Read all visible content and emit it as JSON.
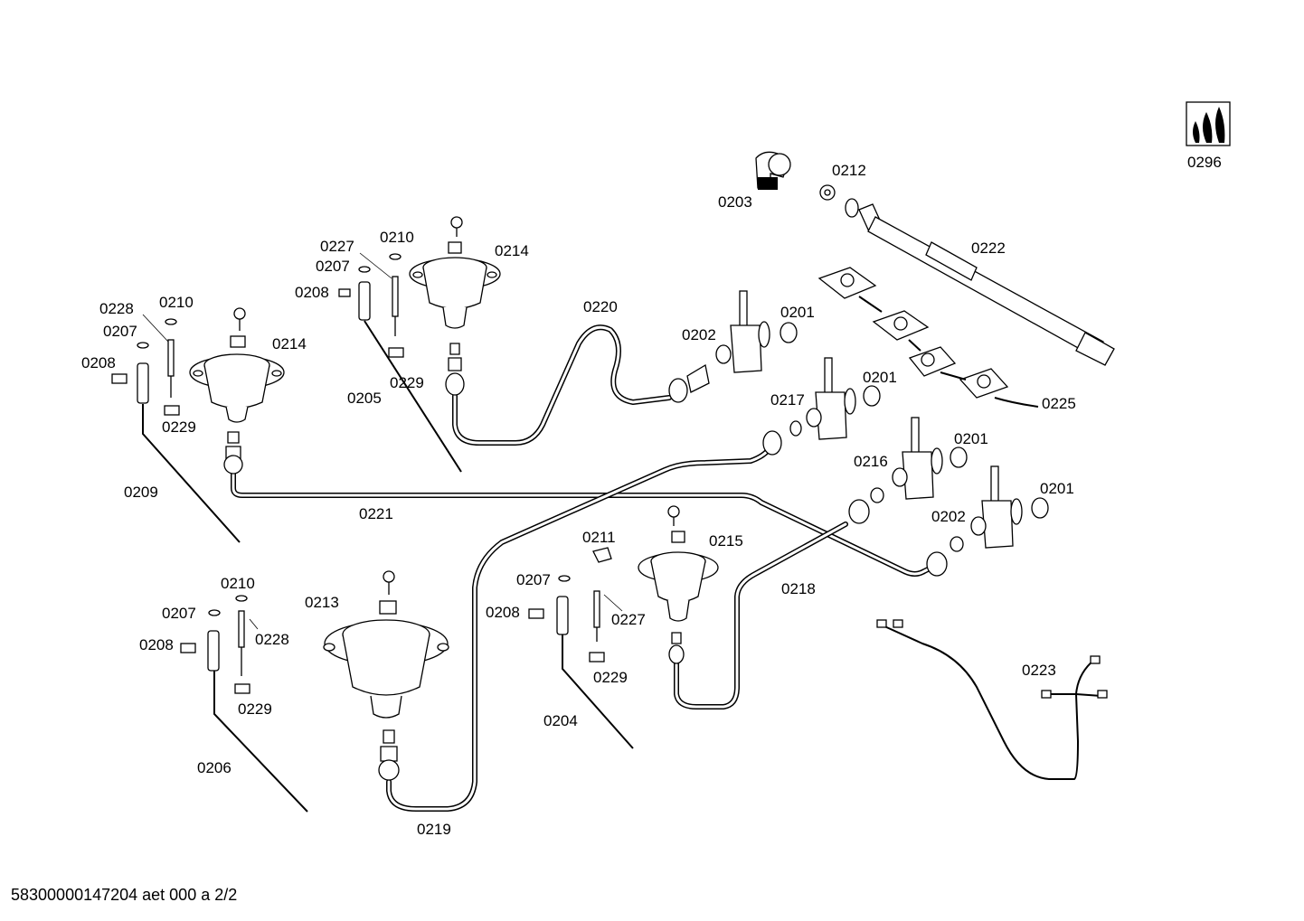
{
  "labels": {
    "l0296": "0296",
    "l0203": "0203",
    "l0212": "0212",
    "l0222": "0222",
    "l0225": "0225",
    "l0227_top": "0227",
    "l0210_top": "0210",
    "l0207_top": "0207",
    "l0208_top": "0208",
    "l0214_top": "0214",
    "l0229_top": "0229",
    "l0205": "0205",
    "l0228_left": "0228",
    "l0210_left": "0210",
    "l0207_left": "0207",
    "l0208_left": "0208",
    "l0214_left": "0214",
    "l0229_left": "0229",
    "l0209": "0209",
    "l0221": "0221",
    "l0220": "0220",
    "l0202_top": "0202",
    "l0201_a": "0201",
    "l0201_b": "0201",
    "l0217": "0217",
    "l0201_c": "0201",
    "l0216": "0216",
    "l0201_d": "0201",
    "l0202_bottom": "0202",
    "l0218": "0218",
    "l0223": "0223",
    "l0210_bl": "0210",
    "l0207_bl": "0207",
    "l0228_bl": "0228",
    "l0208_bl": "0208",
    "l0229_bl": "0229",
    "l0206": "0206",
    "l0213": "0213",
    "l0219": "0219",
    "l0211": "0211",
    "l0215": "0215",
    "l0207_bc": "0207",
    "l0208_bc": "0208",
    "l0227_bc": "0227",
    "l0229_bc": "0229",
    "l0204": "0204"
  },
  "footer": "58300000147204 aet 000 a 2/2"
}
